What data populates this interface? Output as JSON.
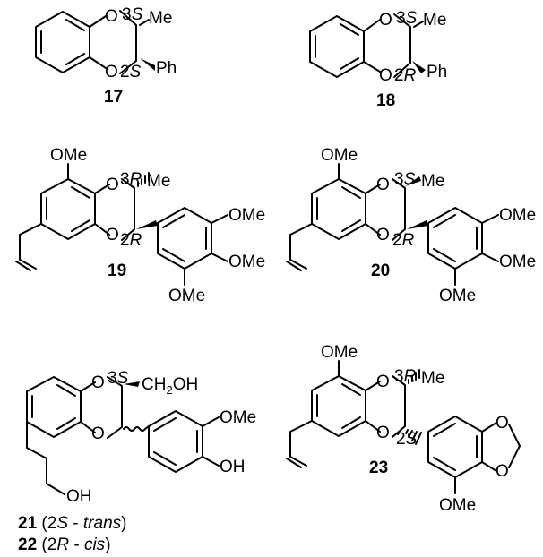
{
  "atoms": {
    "O": "O",
    "Me": "Me",
    "Ph": "Ph",
    "OMe": "OMe",
    "OH": "OH",
    "CH2": "CH",
    "sub2": "2",
    "OHsuffix": "OH",
    "c3": "3",
    "c2": "2",
    "S": "S",
    "R": "R"
  },
  "compounds": {
    "c17": "17",
    "c18": "18",
    "c19": "19",
    "c20": "20",
    "c21": "21",
    "c22": "22",
    "c23": "23"
  },
  "captions": {
    "c21_open": "(2",
    "c21_S": "S",
    "c21_dash": " - ",
    "c21_trans": "trans",
    "c21_close": ")",
    "c22_open": "(2",
    "c22_R": "R",
    "c22_dash": " - ",
    "c22_cis": "cis",
    "c22_close": ")"
  }
}
